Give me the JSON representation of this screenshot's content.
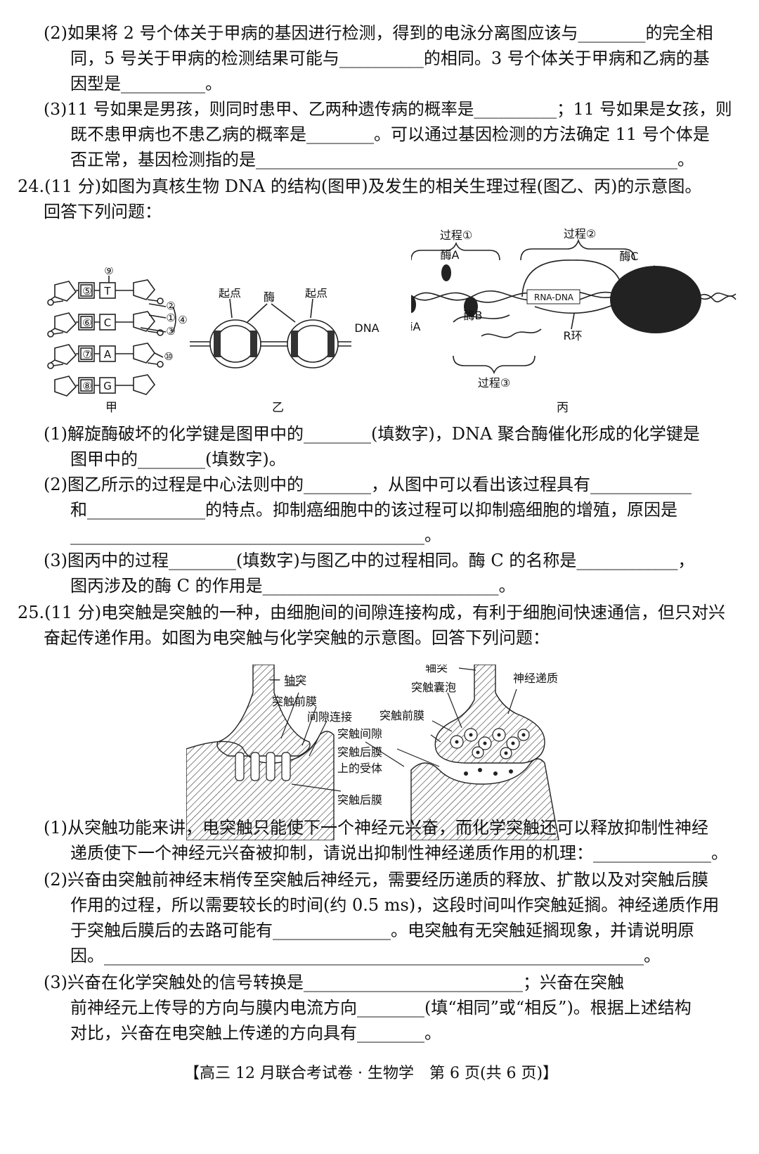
{
  "q23": {
    "p2_l1": "(2)如果将 2 号个体关于甲病的基因进行检测，得到的电泳分离图应该与________的完全相",
    "p2_l2": "同，5 号关于甲病的检测结果可能与__________的相同。3 号个体关于甲病和乙病的基",
    "p2_l3": "因型是__________。",
    "p3_l1": "(3)11 号如果是男孩，则同时患甲、乙两种遗传病的概率是__________；11 号如果是女孩，则",
    "p3_l2": "既不患甲病也不患乙病的概率是________。可以通过基因检测的方法确定 11 号个体是",
    "p3_l3": "否正常，基因检测指的是__________________________________________________。"
  },
  "q24": {
    "stem_l1": "24.(11 分)如图为真核生物 DNA 的结构(图甲)及发生的相关生理过程(图乙、丙)的示意图。",
    "stem_l2": "回答下列问题：",
    "fig_jia": {
      "caption": "甲",
      "bases": [
        "T",
        "C",
        "A",
        "G"
      ],
      "nums": [
        "⑤",
        "⑥",
        "⑦",
        "⑧"
      ],
      "n9": "⑨",
      "n2": "②",
      "n1": "①",
      "n3": "③",
      "n4": "④",
      "n10": "⑩"
    },
    "fig_yi": {
      "caption": "乙",
      "origin1": "起点",
      "origin2": "起点",
      "enzyme": "酶",
      "dna": "DNA"
    },
    "fig_bing": {
      "caption": "丙",
      "proc1": "过程①",
      "proc2": "过程②",
      "proc3": "过程③",
      "enzA_top": "酶A",
      "enzA_bottom": "酶A",
      "enzB": "酶B",
      "enzC": "酶C",
      "rnadna": "RNA-DNA",
      "rloop": "R环"
    },
    "p1_l1": "(1)解旋酶破坏的化学键是图甲中的________(填数字)，DNA 聚合酶催化形成的化学键是",
    "p1_l2": "图甲中的________(填数字)。",
    "p2_l1": "(2)图乙所示的过程是中心法则中的________，从图中可以看出该过程具有____________",
    "p2_l2": "和______________的特点。抑制癌细胞中的该过程可以抑制癌细胞的增殖，原因是",
    "p2_l3": "__________________________________________。",
    "p3_l1": "(3)图丙中的过程________(填数字)与图乙中的过程相同。酶 C 的名称是____________，",
    "p3_l2": "图丙涉及的酶 C 的作用是____________________________。"
  },
  "q25": {
    "stem_l1": "25.(11 分)电突触是突触的一种，由细胞间的间隙连接构成，有利于细胞间快速通信，但只对兴",
    "stem_l2": "奋起传递作用。如图为电突触与化学突触的示意图。回答下列问题：",
    "fig": {
      "axon_left": "一 轴突",
      "pre_left": "突触前膜",
      "gap_junction": "间隙连接",
      "cleft": "突触间隙",
      "receptor_l1": "突触后膜",
      "receptor_l2": "上的受体",
      "post": "突触后膜",
      "axon_right": "轴突",
      "vesicle": "突触囊泡",
      "pre_right": "突触前膜",
      "transmitter": "神经递质"
    },
    "p1_l1": "(1)从突触功能来讲，电突触只能使下一个神经元兴奋，而化学突触还可以释放抑制性神经",
    "p1_l2": "递质使下一个神经元兴奋被抑制，请说出抑制性神经递质作用的机理：______________。",
    "p2_l1": "(2)兴奋由突触前神经末梢传至突触后神经元，需要经历递质的释放、扩散以及对突触后膜",
    "p2_l2": "作用的过程，所以需要较长的时间(约 0.5 ms)，这段时间叫作突触延搁。神经递质作用",
    "p2_l3": "于突触后膜后的去路可能有______________。电突触有无突触延搁现象，并请说明原",
    "p2_l4": "因。________________________________________________________________。",
    "p3_l1": "(3)兴奋在化学突触处的信号转换是__________________________；兴奋在突触",
    "p3_l2": "前神经元上传导的方向与膜内电流方向________(填“相同”或“相反”)。根据上述结构",
    "p3_l3": "对比，兴奋在电突触上传递的方向具有________。"
  },
  "footer": "【高三 12 月联合考试卷 · 生物学　第 6 页(共 6 页)】"
}
